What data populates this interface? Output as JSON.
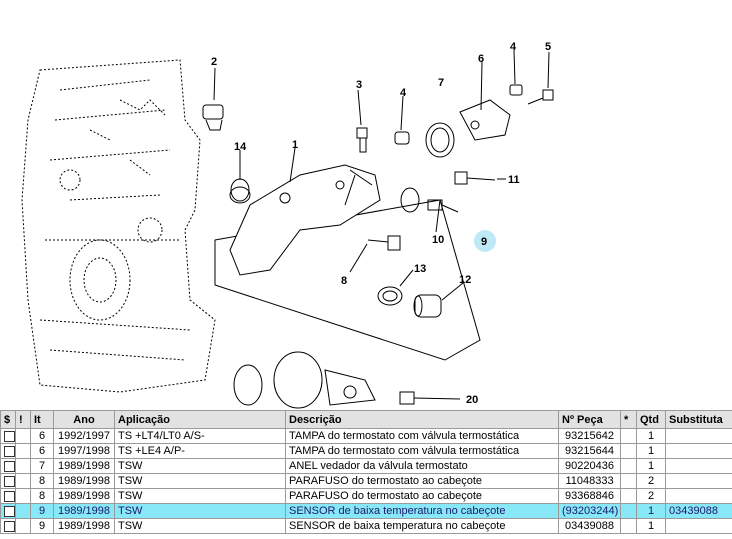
{
  "callouts": {
    "c1": "1",
    "c2": "2",
    "c3": "3",
    "c4a": "4",
    "c4b": "4",
    "c5": "5",
    "c6": "6",
    "c7": "7",
    "c8": "8",
    "c9": "9",
    "c10": "10",
    "c11": "11",
    "c12": "12",
    "c13": "13",
    "c14": "14",
    "c20": "20"
  },
  "table": {
    "headers": {
      "dollar": "$",
      "excl": "!",
      "it": "It",
      "ano": "Ano",
      "aplicacao": "Aplicação",
      "descricao": "Descrição",
      "peca": "Nº Peça",
      "star": "*",
      "qtd": "Qtd",
      "subst": "Substituta"
    },
    "rows": [
      {
        "it": "6",
        "ano": "1992/1997",
        "aplicacao": "TS +LT4/LT0 A/S-",
        "descricao": "TAMPA do termostato com válvula termostática",
        "peca": "93215642",
        "qtd": "1",
        "subst": ""
      },
      {
        "it": "6",
        "ano": "1997/1998",
        "aplicacao": "TS +LE4 A/P-",
        "descricao": "TAMPA do termostato com válvula termostática",
        "peca": "93215644",
        "qtd": "1",
        "subst": ""
      },
      {
        "it": "7",
        "ano": "1989/1998",
        "aplicacao": "TSW",
        "descricao": "ANEL vedador da válvula termostato",
        "peca": "90220436",
        "qtd": "1",
        "subst": ""
      },
      {
        "it": "8",
        "ano": "1989/1998",
        "aplicacao": "TSW",
        "descricao": "PARAFUSO do termostato ao cabeçote",
        "peca": "11048333",
        "qtd": "2",
        "subst": ""
      },
      {
        "it": "8",
        "ano": "1989/1998",
        "aplicacao": "TSW",
        "descricao": "PARAFUSO do termostato ao cabeçote",
        "peca": "93368846",
        "qtd": "2",
        "subst": ""
      },
      {
        "it": "9",
        "ano": "1989/1998",
        "aplicacao": "TSW",
        "descricao": "SENSOR de baixa temperatura no cabeçote",
        "peca": "(93203244)",
        "qtd": "1",
        "subst": "03439088"
      },
      {
        "it": "9",
        "ano": "1989/1998",
        "aplicacao": "TSW",
        "descricao": "SENSOR de baixa temperatura no cabeçote",
        "peca": "03439088",
        "qtd": "1",
        "subst": ""
      }
    ],
    "selected_row": 5
  }
}
